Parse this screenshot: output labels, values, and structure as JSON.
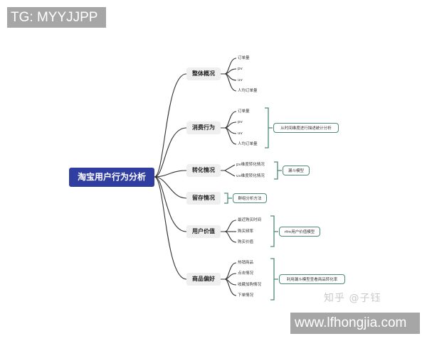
{
  "watermarks": {
    "top_left": "TG: MYYJJPP",
    "bottom_right": "www.lfhongjia.com",
    "zhihu": "知乎 @子钰"
  },
  "mindmap": {
    "root": "淘宝用户行为分析",
    "branches": [
      {
        "label": "整体概况",
        "leaves": [
          "订单量",
          "pv",
          "uv",
          "人均订单量"
        ],
        "note": null
      },
      {
        "label": "消费行为",
        "leaves": [
          "订单量",
          "pv",
          "uv",
          "人均订单量"
        ],
        "note": "从时间维度进行描述统计分析"
      },
      {
        "label": "转化情况",
        "leaves": [
          "pv维度转化情况",
          "uv维度转化情况"
        ],
        "note": "漏斗模型"
      },
      {
        "label": "留存情况",
        "leaves": [],
        "note": "群组分析方法"
      },
      {
        "label": "用户价值",
        "leaves": [
          "最近购买时间",
          "购买频率",
          "购买价值"
        ],
        "note": "rfm用户价值模型"
      },
      {
        "label": "商品偏好",
        "leaves": [
          "热销商品",
          "点击情况",
          "收藏加购情况",
          "下单情况"
        ],
        "note": "利用漏斗模型查看商品转化率"
      }
    ]
  },
  "colors": {
    "root_bg": "#2f3ea0",
    "branch_bg": "#efefef",
    "note_border": "#4f8a7a",
    "line": "#333333"
  }
}
